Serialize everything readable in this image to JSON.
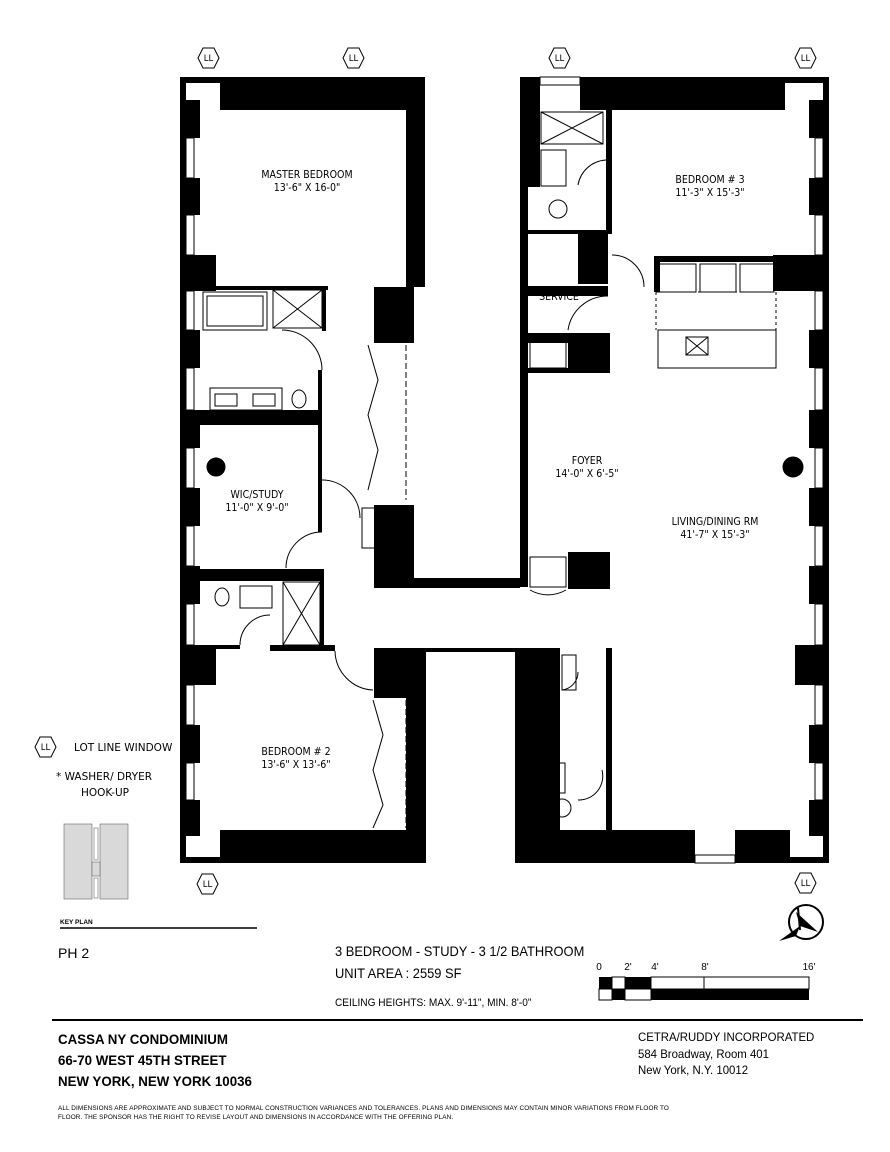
{
  "unit_name": "PH 2",
  "summary": {
    "layout": "3 BEDROOM - STUDY - 3 1/2 BATHROOM",
    "area": "UNIT AREA :  2559 SF",
    "ceiling": "CEILING HEIGHTS: MAX. 9'-11\", MIN. 8'-0\""
  },
  "rooms": {
    "master": {
      "name": "MASTER BEDROOM",
      "dims": "13'-6\" X 16-0\""
    },
    "bedroom3": {
      "name": "BEDROOM # 3",
      "dims": "11'-3\" X 15'-3\""
    },
    "service": {
      "name": "SERVICE"
    },
    "foyer": {
      "name": "FOYER",
      "dims": "14'-0\" X 6'-5\""
    },
    "living": {
      "name": "LIVING/DINING RM",
      "dims": "41'-7\" X 15'-3\""
    },
    "study": {
      "name": "WIC/STUDY",
      "dims": "11'-0\" X 9'-0\""
    },
    "bedroom2": {
      "name": "BEDROOM # 2",
      "dims": "13'-6\" X 13'-6\""
    }
  },
  "washer_mark": "*",
  "ll_marker": "LL",
  "legend": {
    "ll_label": "LOT LINE WINDOW",
    "washer_line1": "*  WASHER/ DRYER",
    "washer_line2": "HOOK-UP"
  },
  "key_plan_label": "KEY PLAN",
  "scale_labels": [
    "0",
    "2'",
    "4'",
    "8'",
    "16'"
  ],
  "building": {
    "name": "CASSA NY CONDOMINIUM",
    "street": "66-70 WEST 45TH STREET",
    "city": "NEW YORK, NEW YORK  10036"
  },
  "architect": {
    "name": "CETRA/RUDDY INCORPORATED",
    "street": "584 Broadway, Room 401",
    "city": "New York, N.Y. 10012"
  },
  "disclaimer": "ALL DIMENSIONS ARE APPROXIMATE AND SUBJECT TO NORMAL CONSTRUCTION VARIANCES AND TOLERANCES. PLANS AND DIMENSIONS MAY CONTAIN MINOR VARIATIONS FROM FLOOR TO FLOOR. THE SPONSOR HAS THE RIGHT TO REVISE LAYOUT AND DIMENSIONS IN ACCORDANCE WITH THE OFFERING PLAN.",
  "colors": {
    "wall": "#000000",
    "key_plan_fill": "#d9d9d9",
    "background": "#ffffff"
  }
}
